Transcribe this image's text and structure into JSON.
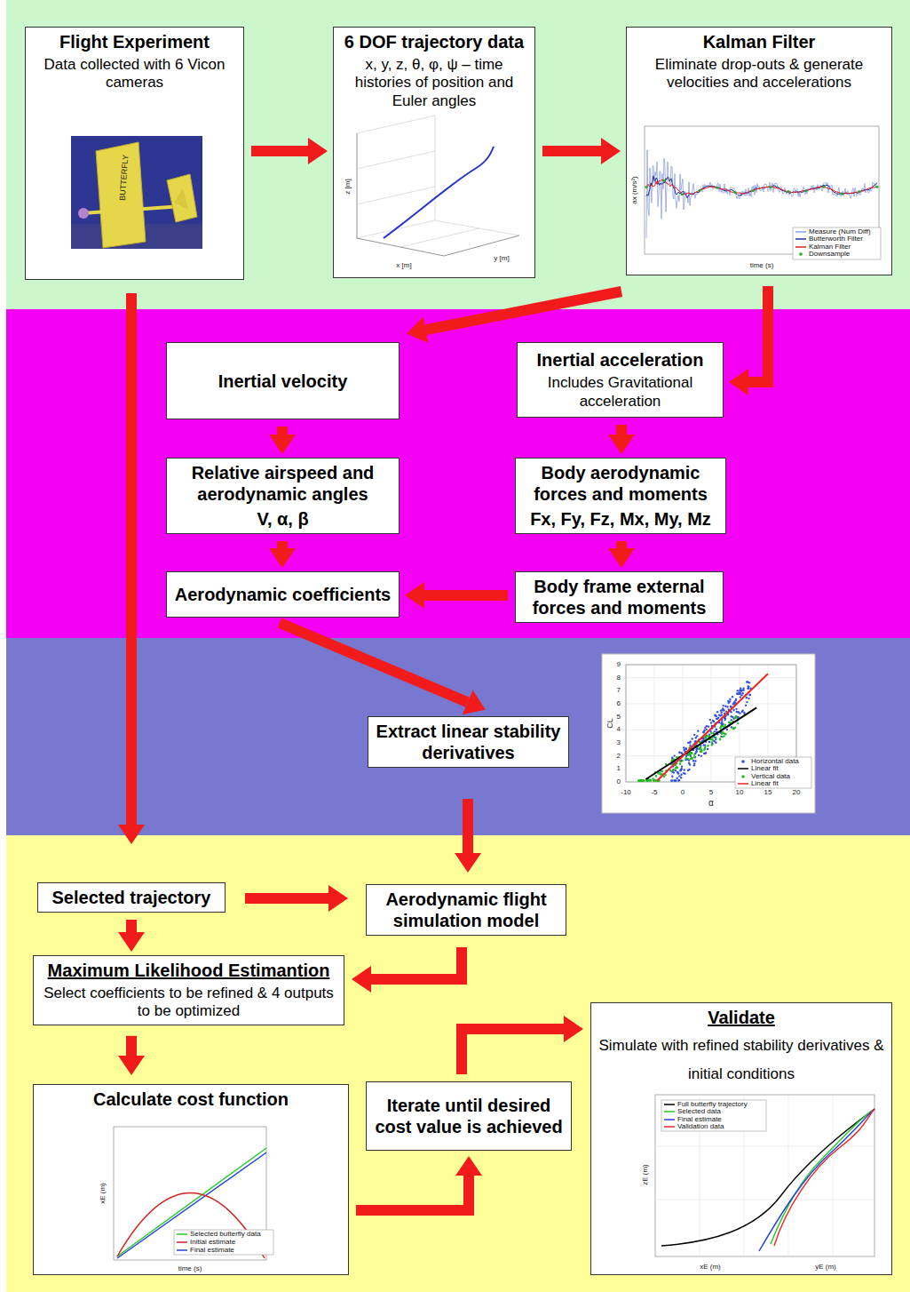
{
  "diagram": {
    "nodes": [
      {
        "text": [
          "Flight Experiment",
          "Data collected with 6 Vicon cameras"
        ]
      },
      {
        "text": [
          "6 DOF trajectory data",
          "x, y, z, θ, φ, ψ – time histories of position and Euler angles"
        ]
      },
      {
        "text": [
          "Kalman Filter",
          "Eliminate drop-outs & generate velocities and accelerations"
        ]
      },
      {
        "text": [
          "Inertial velocity"
        ]
      },
      {
        "text": [
          "Inertial acceleration",
          "Includes Gravitational acceleration"
        ]
      },
      {
        "text": [
          "Relative airspeed and aerodynamic angles",
          "V, α, β"
        ]
      },
      {
        "text": [
          "Body aerodynamic forces and moments",
          "Fx, Fy, Fz, Mx, My, Mz"
        ]
      },
      {
        "text": [
          "Aerodynamic coefficients"
        ]
      },
      {
        "text": [
          "Body frame external forces and moments"
        ]
      },
      {
        "text": [
          "Extract linear stability derivatives"
        ]
      },
      {
        "text": [
          "Selected trajectory"
        ]
      },
      {
        "text": [
          "Aerodynamic flight simulation model"
        ]
      },
      {
        "text": [
          "Maximum Likelihood Estimantion",
          "Select coefficients to be refined & 4 outputs to be optimized"
        ]
      },
      {
        "text": [
          "Calculate cost function"
        ]
      },
      {
        "text": [
          "Iterate until desired cost value is achieved"
        ]
      },
      {
        "text": [
          "Validate",
          "Simulate with refined stability derivatives & initial conditions"
        ]
      }
    ],
    "edges": [
      {
        "from": 0,
        "to": 1,
        "arrow": "to"
      },
      {
        "from": 1,
        "to": 2,
        "arrow": "to"
      },
      {
        "from": 2,
        "to": 3,
        "arrow": "to"
      },
      {
        "from": 2,
        "to": 4,
        "arrow": "to"
      },
      {
        "from": 0,
        "to": 10,
        "arrow": "to"
      },
      {
        "from": 3,
        "to": 5,
        "arrow": "to"
      },
      {
        "from": 4,
        "to": 6,
        "arrow": "to"
      },
      {
        "from": 5,
        "to": 7,
        "arrow": "to"
      },
      {
        "from": 6,
        "to": 8,
        "arrow": "to"
      },
      {
        "from": 8,
        "to": 7,
        "arrow": "to"
      },
      {
        "from": 7,
        "to": 9,
        "arrow": "to"
      },
      {
        "from": 9,
        "to": 11,
        "arrow": "to"
      },
      {
        "from": 10,
        "to": 11,
        "arrow": "to"
      },
      {
        "from": 10,
        "to": 12,
        "arrow": "to"
      },
      {
        "from": 11,
        "to": 12,
        "arrow": "to"
      },
      {
        "from": 12,
        "to": 13,
        "arrow": "to"
      },
      {
        "from": 13,
        "to": 14,
        "arrow": "to"
      },
      {
        "from": 14,
        "to": 15,
        "arrow": "to"
      }
    ],
    "labels": [
      "BUTTERFLY",
      "x [m]",
      "y [m]",
      "z [m]",
      "time (s)",
      "ax (m/s²)",
      "α",
      "CL",
      "0",
      "1",
      "2",
      "3",
      "4",
      "5",
      "6",
      "7",
      "8",
      "9",
      "-10",
      "-5",
      "0",
      "5",
      "10",
      "15",
      "20",
      "xE (m)",
      "time (s)",
      "zE (m)",
      "xE (m)",
      "yE (m)"
    ],
    "legend": [
      {
        "text": "Measure (Num Diff)"
      },
      {
        "text": "Butterworth Filter"
      },
      {
        "text": "Kalman Filter"
      },
      {
        "text": "Downsample"
      },
      {
        "text": "Horizontal data"
      },
      {
        "text": "Linear fit"
      },
      {
        "text": "Vertical data"
      },
      {
        "text": "Linear fit"
      },
      {
        "text": "Selected butterfly data"
      },
      {
        "text": "Initial estimate"
      },
      {
        "text": "Final estimate"
      },
      {
        "text": "Full butterfly trajectory"
      },
      {
        "text": "Selected data"
      },
      {
        "text": "Final estimate"
      },
      {
        "text": "Validation data"
      }
    ]
  }
}
